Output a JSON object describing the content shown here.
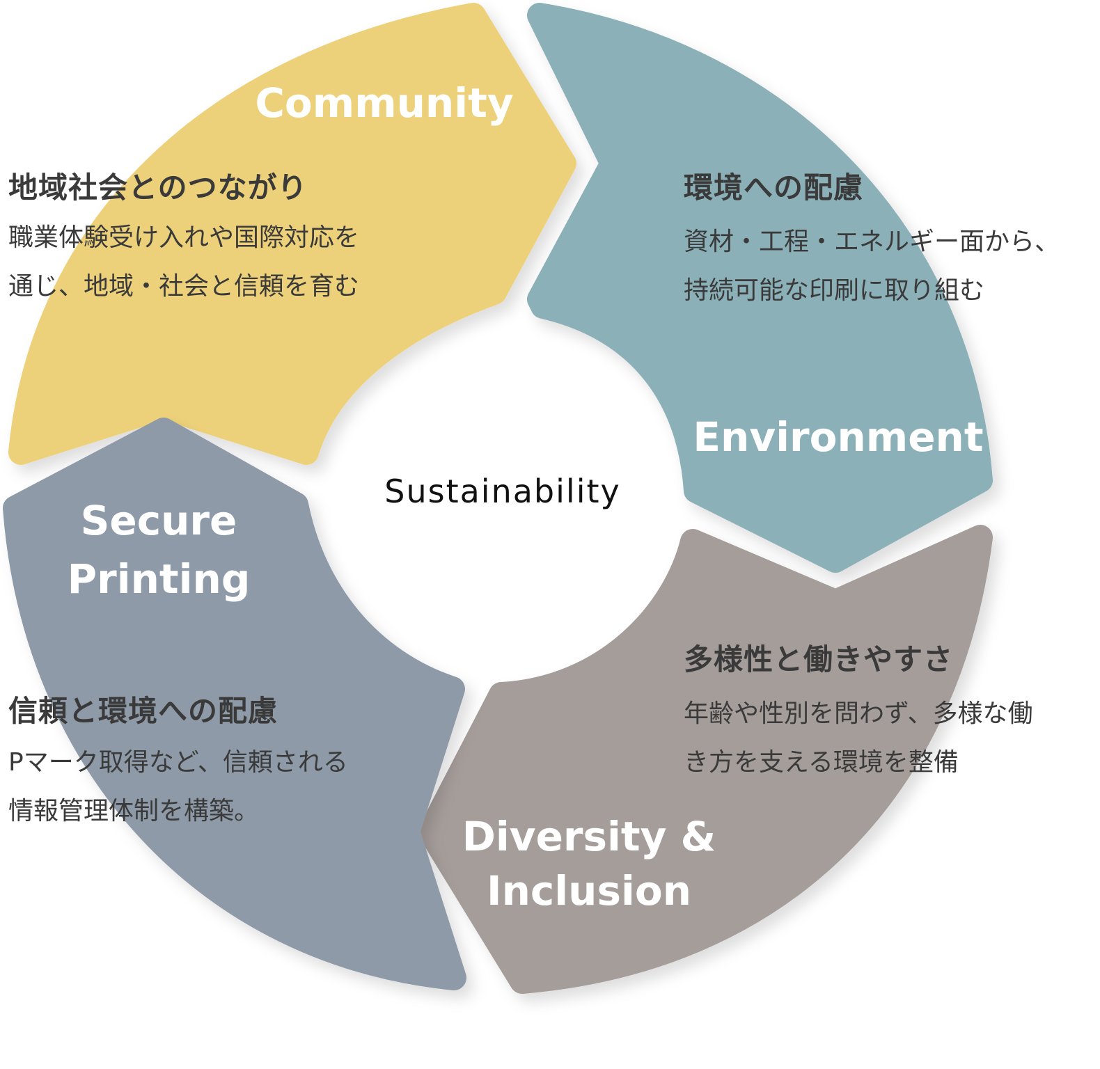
{
  "center": {
    "label": "Sustainability"
  },
  "colors": {
    "community": "#EDD17A",
    "environment": "#8BB0B8",
    "diversity": "#A59D9A",
    "secure": "#8E9AA8"
  },
  "segments": {
    "community": {
      "title": "Community",
      "heading": "地域社会とのつながり",
      "body_line1": "職業体験受け入れや国際対応を",
      "body_line2": "通じ、地域・社会と信頼を育む"
    },
    "environment": {
      "title": "Environment",
      "heading": "環境への配慮",
      "body_line1": "資材・工程・エネルギー面から、",
      "body_line2": "持続可能な印刷に取り組む"
    },
    "diversity": {
      "title_line1": "Diversity &",
      "title_line2": "Inclusion",
      "heading": "多様性と働きやすさ",
      "body_line1": "年齢や性別を問わず、多様な働",
      "body_line2": "き方を支える環境を整備"
    },
    "secure": {
      "title_line1": "Secure",
      "title_line2": "Printing",
      "heading": "信頼と環境への配慮",
      "body_line1": "Pマーク取得など、信頼される",
      "body_line2": "情報管理体制を構築。"
    }
  }
}
